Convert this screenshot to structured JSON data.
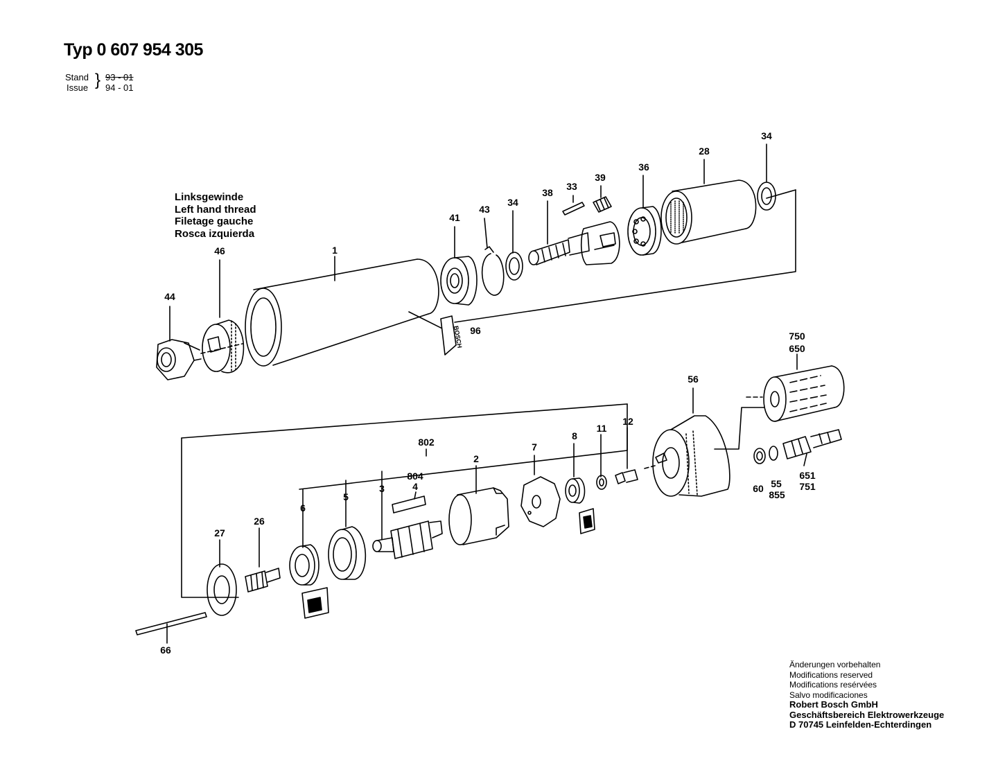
{
  "header": {
    "title": "Typ 0 607 954 305",
    "stand_label": "Stand",
    "stand_value": "93 - 01",
    "issue_label": "Issue",
    "issue_value": "94 - 01"
  },
  "thread_note": {
    "de": "Linksgewinde",
    "en": "Left hand thread",
    "fr": "Filetage gauche",
    "es": "Rosca izquierda"
  },
  "part_labels": {
    "p1": "1",
    "p2": "2",
    "p3": "3",
    "p4": "4",
    "p5": "5",
    "p6": "6",
    "p7": "7",
    "p8": "8",
    "p11": "11",
    "p12": "12",
    "p26": "26",
    "p27": "27",
    "p28": "28",
    "p33": "33",
    "p34a": "34",
    "p34b": "34",
    "p36": "36",
    "p38": "38",
    "p39": "39",
    "p41": "41",
    "p43": "43",
    "p44": "44",
    "p46": "46",
    "p55": "55",
    "p56": "56",
    "p60": "60",
    "p66": "66",
    "p96": "96",
    "p650": "650",
    "p651": "651",
    "p750": "750",
    "p751": "751",
    "p802": "802",
    "p804": "804",
    "p855": "855"
  },
  "logo_text": "BOSCH",
  "footer": {
    "line1": "Änderungen vorbehalten",
    "line2": "Modifications reserved",
    "line3": "Modifications resérvées",
    "line4": "Salvo modificaciones",
    "company": "Robert Bosch GmbH",
    "division": "Geschäftsbereich Elektrowerkzeuge",
    "address": "D 70745 Leinfelden-Echterdingen"
  }
}
